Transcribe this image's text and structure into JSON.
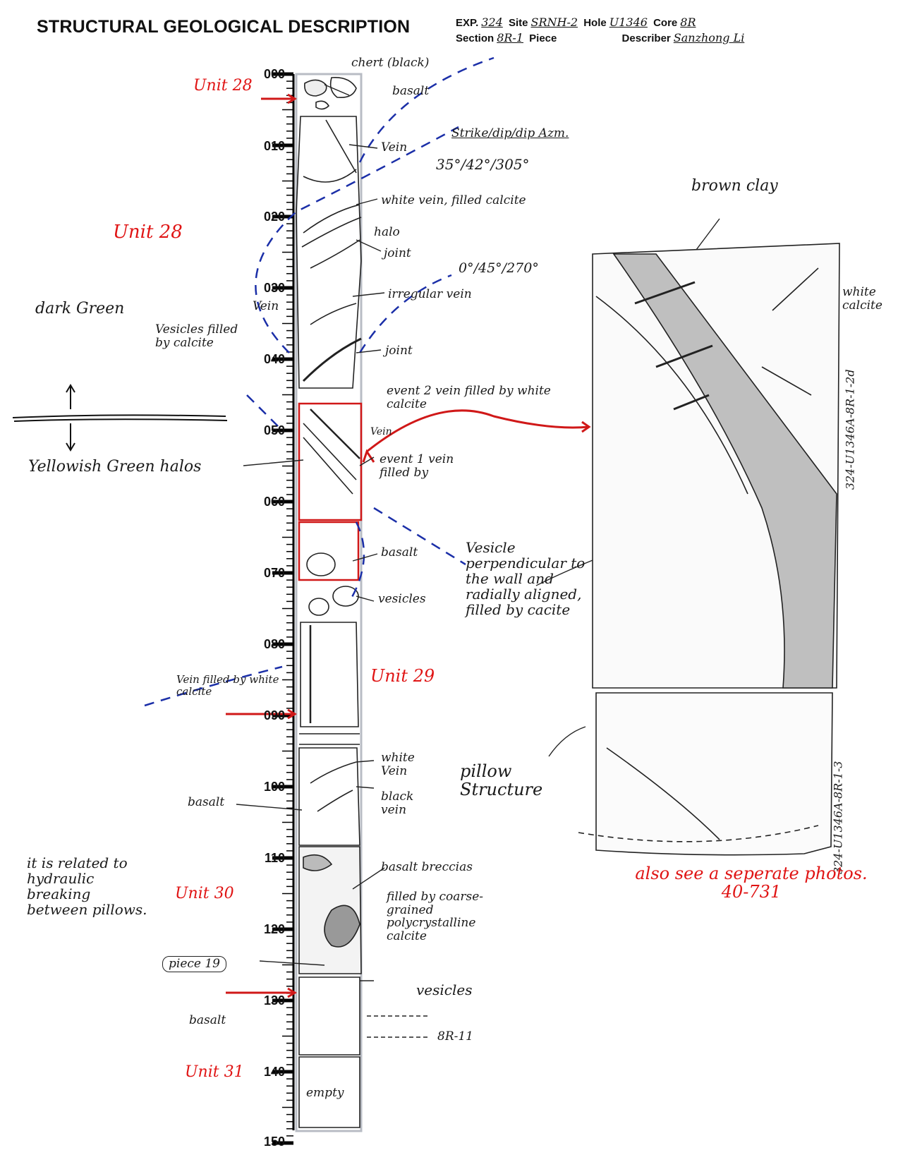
{
  "header": {
    "title": "STRUCTURAL GEOLOGICAL DESCRIPTION",
    "exp_label": "EXP.",
    "exp_value": "324",
    "site_label": "Site",
    "site_value": "SRNH-2",
    "hole_label": "Hole",
    "hole_value": "U1346",
    "core_label": "Core",
    "core_value": "8R",
    "section_label": "Section",
    "section_value": "8R-1",
    "piece_label": "Piece",
    "piece_value": "",
    "describer_label": "Describer",
    "describer_value": "Sanzhong Li"
  },
  "scale": {
    "ticks": [
      "000",
      "010",
      "020",
      "030",
      "040",
      "050",
      "060",
      "070",
      "080",
      "090",
      "100",
      "110",
      "120",
      "130",
      "140",
      "150"
    ]
  },
  "units": {
    "u28": "Unit 28",
    "u2b": "Unit 28",
    "u29": "Unit 29",
    "u30": "Unit 30",
    "u31": "Unit 31"
  },
  "annotations": {
    "chert": "chert (black)",
    "basalt_top": "basalt",
    "strike_header": "Strike/dip/dip Azm.",
    "vein1": "Vein",
    "orient1": "35°/42°/305°",
    "white_vein": "white vein, filled calcite",
    "halo": "halo",
    "joint1": "joint",
    "orient2": "0°/45°/270°",
    "irregular_vein": "irregular vein",
    "vein2": "Vein",
    "joint2": "joint",
    "dark_green": "dark Green",
    "vesicles_calcite": "Vesicles filled by calcite",
    "event2": "event 2 vein filled by white calcite",
    "vein3": "Vein",
    "event1": "event 1 vein filled by",
    "yellowish": "Yellowish Green halos",
    "basalt_mid": "basalt",
    "vesicles_mid": "vesicles",
    "vesicle_perp": "Vesicle perpendicular to the wall and radially aligned, filled by cacite",
    "vein_white": "Vein filled by white calcite",
    "white_vein2": "white Vein",
    "black_vein": "black vein",
    "basalt_left": "basalt",
    "breccias": "basalt breccias",
    "coarse": "filled by coarse-grained polycrystalline calcite",
    "hydraulic": "it is related to hydraulic breaking between pillows.",
    "piece19": "piece 19",
    "vesicles_low": "vesicles",
    "basalt_low": "basalt",
    "label_8r11": "8R-11",
    "empty": "empty",
    "brown_clay": "brown clay",
    "white_calcite": "white calcite",
    "sample_2d": "324-U1346A-8R-1-2d",
    "pillow": "pillow Structure",
    "sample_3": "324-U1346A-8R-1-3",
    "see_photos": "also see a seperate photos. 40-731"
  }
}
